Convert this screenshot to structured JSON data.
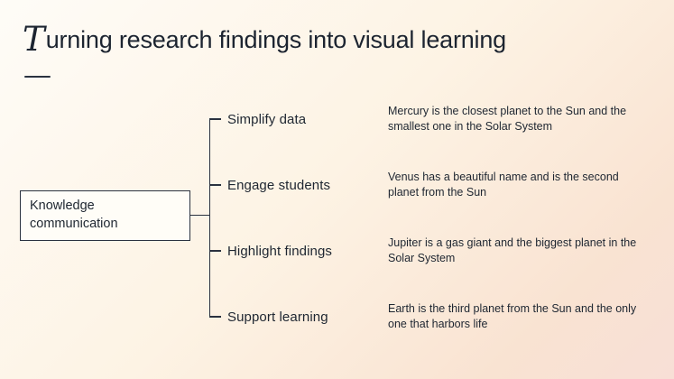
{
  "slide": {
    "title_initial": "T",
    "title_rest": "urning research findings into visual learning"
  },
  "root": {
    "label": "Knowledge communication"
  },
  "branches": [
    {
      "label": "Simplify data",
      "description": "Mercury is the closest planet to the Sun and the smallest one in the Solar System"
    },
    {
      "label": "Engage students",
      "description": "Venus has a beautiful name and is the second planet from the Sun"
    },
    {
      "label": "Highlight findings",
      "description": "Jupiter is a gas giant and the biggest planet in the Solar System"
    },
    {
      "label": "Support learning",
      "description": "Earth is the third planet from the Sun and the only one that harbors life"
    }
  ],
  "colors": {
    "text": "#1e2631",
    "line": "#2a3240",
    "background_top": "#fefcf7",
    "background_bottom": "#f8dfd6"
  }
}
